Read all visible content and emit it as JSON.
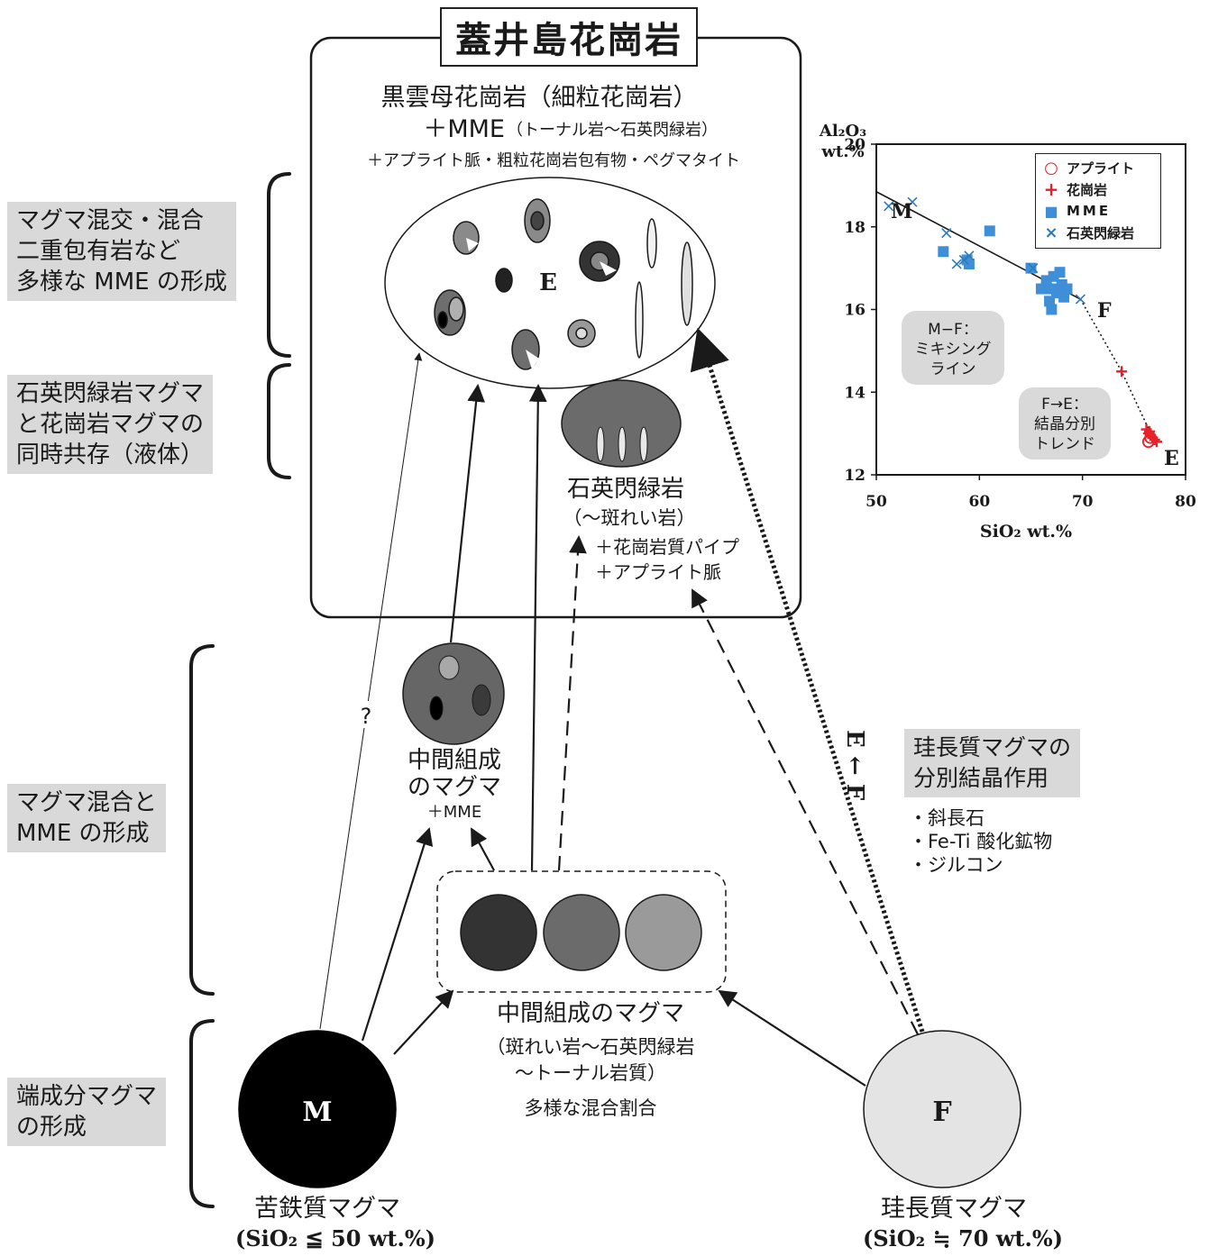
{
  "title": "蓋井島花崗岩",
  "upper_box": {
    "line1": "黒雲母花崗岩（細粒花崗岩）",
    "line2_main": "＋MME",
    "line2_sub": "（トーナル岩〜石英閃緑岩）",
    "line3": "＋アプライト脈・粗粒花崗岩包有物・ペグマタイト",
    "ellipse_label": "E",
    "qd_label": "石英閃緑岩",
    "qd_sub": "（〜斑れい岩）",
    "qd_add1": "＋花崗岩質パイプ",
    "qd_add2": "＋アプライト脈"
  },
  "left_labels": {
    "l1": "マグマ混交・混合\n二重包有岩など\n多様な MME の形成",
    "l2": "石英閃緑岩マグマ\nと花崗岩マグマの\n同時共存（液体）",
    "l3": "マグマ混合と\nMME の形成",
    "l4": "端成分マグマ\nの形成"
  },
  "intermediate": {
    "upper_line1": "中間組成",
    "upper_line2": "のマグマ",
    "upper_line3": "＋MME",
    "question": "?",
    "box_label": "中間組成のマグマ",
    "box_sub1": "（斑れい岩〜石英閃緑岩",
    "box_sub2": "〜トーナル岩質）",
    "box_sub3": "多様な混合割合"
  },
  "end_members": {
    "mafic_symbol": "M",
    "mafic_label": "苦鉄質マグマ",
    "mafic_sio2": "(SiO₂ ≦ 50 wt.%)",
    "felsic_symbol": "F",
    "felsic_label": "珪長質マグマ",
    "felsic_sio2": "(SiO₂ ≒ 70 wt.%)"
  },
  "fractionation": {
    "arrow_label": "E ← F",
    "title": "珪長質マグマの\n分別結晶作用",
    "items": [
      "・斜長石",
      "・Fe-Ti 酸化鉱物",
      "・ジルコン"
    ]
  },
  "chart_data": {
    "type": "scatter",
    "xlabel": "SiO₂ wt.%",
    "ylabel_line1": "Al₂O₃",
    "ylabel_line2": "wt.%",
    "xlim": [
      50,
      80
    ],
    "ylim": [
      12,
      20
    ],
    "xticks": [
      50,
      60,
      70,
      80
    ],
    "yticks": [
      12,
      14,
      16,
      18,
      20
    ],
    "legend_position": "top-right",
    "point_labels": {
      "M": "M",
      "F": "F",
      "E": "E"
    },
    "box_mf": "M−F：\nミキシング\nライン",
    "box_fe": "F→E：\n結晶分別\nトレンド",
    "series": [
      {
        "name": "アプライト",
        "marker": "circle",
        "color": "#e8202a",
        "points": [
          [
            76.4,
            12.8
          ],
          [
            76.6,
            12.9
          ]
        ]
      },
      {
        "name": "花崗岩",
        "marker": "plus",
        "color": "#e8202a",
        "points": [
          [
            73.8,
            14.5
          ],
          [
            76.2,
            13.1
          ],
          [
            76.4,
            13.0
          ],
          [
            76.6,
            12.95
          ],
          [
            76.8,
            12.9
          ],
          [
            77.0,
            12.85
          ],
          [
            76.5,
            13.05
          ],
          [
            77.2,
            12.8
          ]
        ]
      },
      {
        "name": "MME",
        "marker": "square",
        "color": "#3e8fd8",
        "points": [
          [
            61.0,
            17.9
          ],
          [
            56.5,
            17.4
          ],
          [
            58.8,
            17.2
          ],
          [
            59.0,
            17.1
          ],
          [
            65.0,
            17.0
          ],
          [
            66.0,
            16.5
          ],
          [
            66.5,
            16.7
          ],
          [
            66.8,
            16.2
          ],
          [
            67.0,
            16.0
          ],
          [
            67.2,
            16.8
          ],
          [
            67.5,
            16.4
          ],
          [
            67.8,
            16.9
          ],
          [
            68.0,
            16.6
          ],
          [
            68.2,
            16.3
          ],
          [
            68.5,
            16.5
          ],
          [
            67.0,
            16.5
          ]
        ]
      },
      {
        "name": "石英閃緑岩",
        "marker": "x",
        "color": "#2b7bb9",
        "points": [
          [
            51.2,
            18.5
          ],
          [
            53.5,
            18.6
          ],
          [
            56.8,
            17.85
          ],
          [
            57.8,
            17.1
          ],
          [
            58.5,
            17.2
          ],
          [
            59.0,
            17.3
          ],
          [
            65.2,
            17.0
          ],
          [
            69.8,
            16.25
          ]
        ]
      }
    ],
    "mixing_line": [
      [
        50,
        18.85
      ],
      [
        69.8,
        16.25
      ]
    ],
    "fractionation_trend": [
      [
        69.8,
        16.25
      ],
      [
        73.8,
        14.5
      ],
      [
        77.0,
        12.8
      ]
    ]
  },
  "colors": {
    "label_bg": "#d9d9d9",
    "mafic": "#000000",
    "felsic": "#e4e4e4",
    "intermediate_dark": "#333333",
    "intermediate_mid": "#6b6b6b",
    "intermediate_light": "#9a9a9a"
  }
}
